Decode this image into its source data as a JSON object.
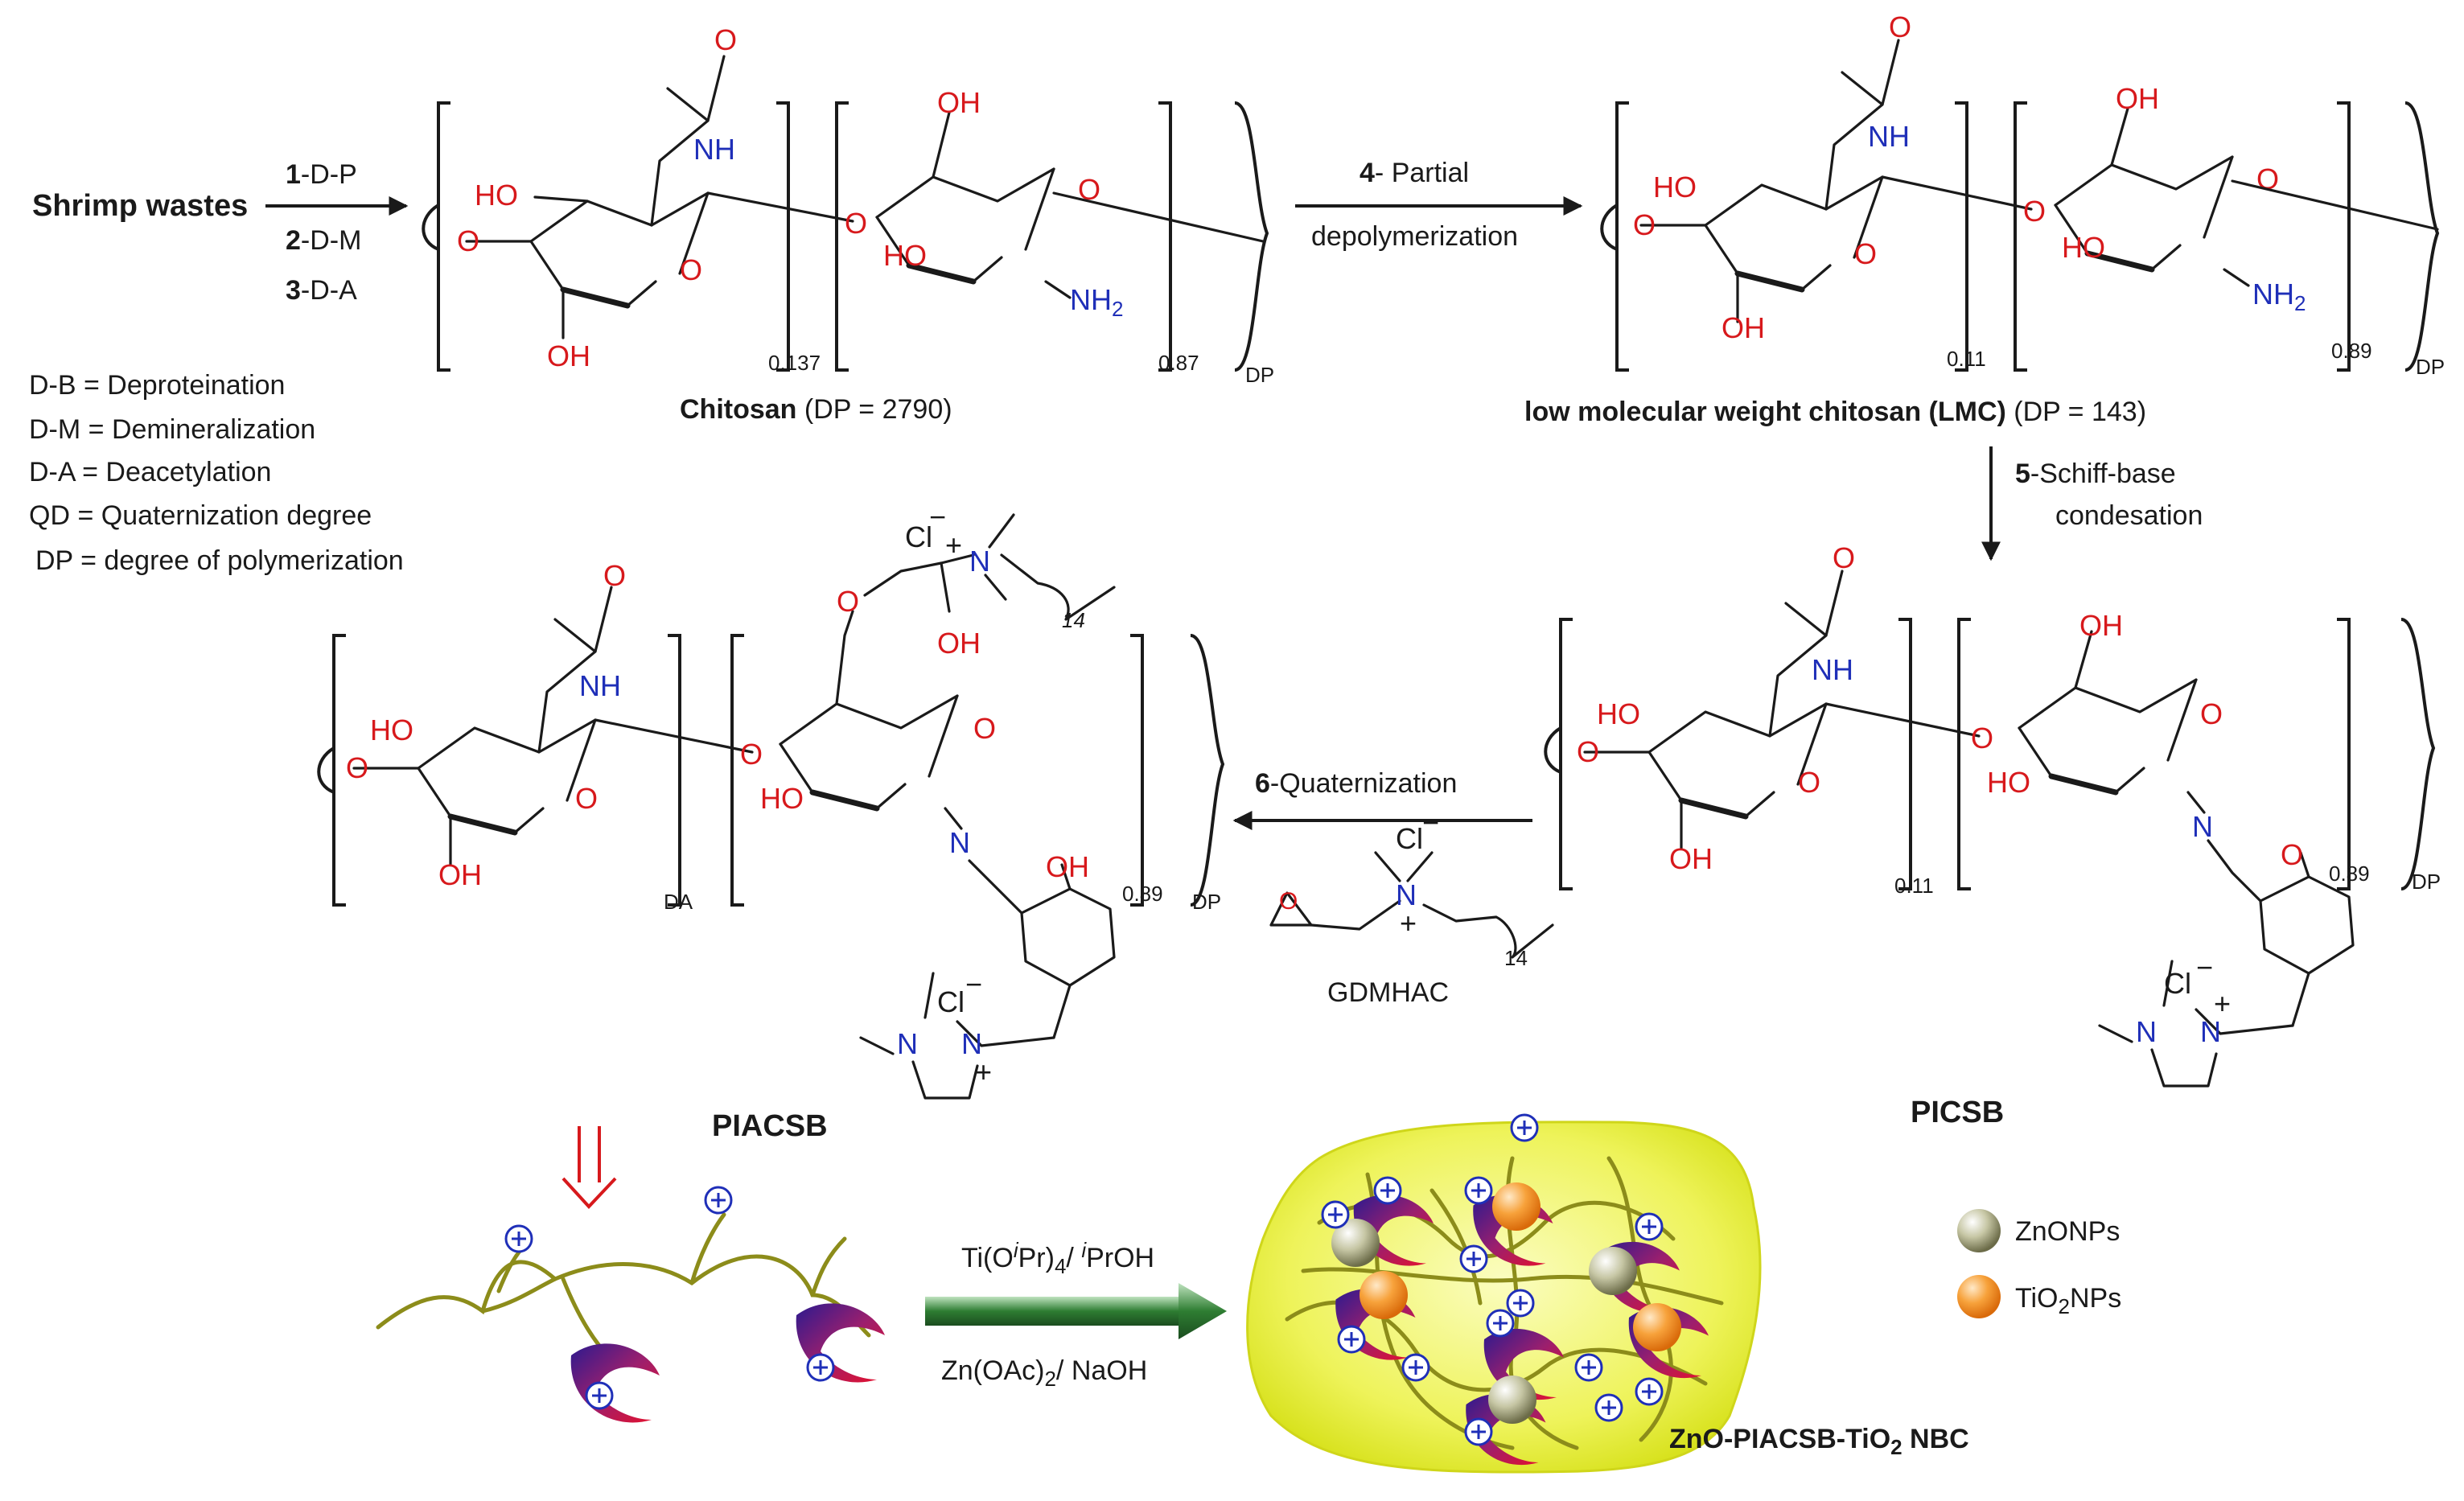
{
  "start": {
    "label": "Shrimp wastes"
  },
  "steps": [
    {
      "num": "1",
      "text": "-D-P"
    },
    {
      "num": "2",
      "text": "-D-M"
    },
    {
      "num": "3",
      "text": "-D-A"
    },
    {
      "num": "4",
      "text": "- Partial",
      "line2": "depolymerization"
    },
    {
      "num": "5",
      "text": "-Schiff-base",
      "line2": "condesation"
    },
    {
      "num": "6",
      "text": "-Quaternization"
    }
  ],
  "legend": [
    "D-B = Deproteination",
    "D-M = Demineralization",
    "D-A = Deacetylation",
    "QD = Quaternization degree",
    "DP = degree of polymerization"
  ],
  "compounds": {
    "chitosan": {
      "name": "Chitosan",
      "info": "(DP = 2790)",
      "sub_a": "0.137",
      "sub_b": "0.87",
      "sub_dp": "DP"
    },
    "lmc": {
      "name": "low molecular weight chitosan  (LMC)",
      "info": "(DP = 143)",
      "sub_a": "0.11",
      "sub_b": "0.89",
      "sub_dp": "DP"
    },
    "picsb": {
      "name": "PICSB",
      "sub_a": "0.11",
      "sub_b": "0.89",
      "sub_dp": "DP"
    },
    "piacsb": {
      "name": "PIACSB",
      "sub_a": "DA",
      "sub_b": "0.89",
      "sub_dp": "DP",
      "chain_n": "14"
    }
  },
  "reagent": {
    "name": "GDMHAC",
    "chain_n": "14"
  },
  "atoms": {
    "O": "O",
    "HO": "HO",
    "OH": "OH",
    "NH": "NH",
    "NH2": "NH",
    "two": "2",
    "N": "N",
    "Cl": "Cl",
    "minus": "−",
    "plus": "+"
  },
  "nano": {
    "cond1": "Ti(O",
    "cond1_i": "i",
    "cond1_b": "Pr)",
    "cond1_4": "4",
    "cond1_c": "/ ",
    "cond1_i2": "i",
    "cond1_d": "PrOH",
    "cond2": "Zn(OAc)",
    "cond2_2": "2",
    "cond2_b": "/ NaOH",
    "product_a": "ZnO-PIACSB-TiO",
    "product_2": "2",
    "product_b": " NBC",
    "legend_zno": "ZnONPs",
    "legend_tio_a": "TiO",
    "legend_tio_2": "2",
    "legend_tio_b": "NPs"
  },
  "colors": {
    "oxygen": "#d7191c",
    "nitrogen": "#1f2fb8",
    "chain": "#8c8c1a",
    "blob": "#e4ee2c",
    "zno": "#8b8b6a",
    "tio2": "#f28a1d",
    "process_arrow": "#2e7d32",
    "hollow_arrow": "#d7191c"
  }
}
